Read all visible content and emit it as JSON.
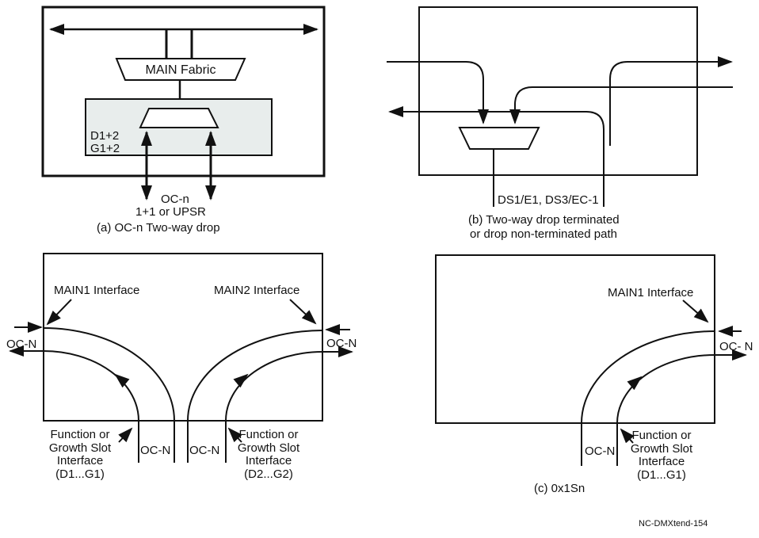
{
  "colors": {
    "line": "#111111",
    "shaded_slot_fill": "#e8edec",
    "background": "#ffffff"
  },
  "panel_a": {
    "fabric_label": "MAIN Fabric",
    "slot_labels": [
      "D1+2",
      "G1+2"
    ],
    "port_label": "OC-n",
    "protection_label": "1+1 or UPSR",
    "caption": "(a) OC-n Two-way drop"
  },
  "panel_b": {
    "tributary_label": "DS1/E1, DS3/EC-1",
    "caption_lines": [
      "(b) Two-way drop terminated",
      "or drop non-terminated path"
    ]
  },
  "panel_two_way": {
    "main1_label": "MAIN1 Interface",
    "main2_label": "MAIN2 Interface",
    "oc_left": "OC-N",
    "oc_right": "OC-N",
    "oc_bottom_left": "OC-N",
    "oc_bottom_right": "OC-N",
    "slot_left": [
      "Function or",
      "Growth Slot",
      "Interface",
      "(D1...G1)"
    ],
    "slot_right": [
      "Function or",
      "Growth Slot",
      "Interface",
      "(D2...G2)"
    ]
  },
  "panel_c": {
    "main1_label": "MAIN1 Interface",
    "oc_right": "OC- N",
    "oc_bottom": "OC-N",
    "slot": [
      "Function or",
      "Growth Slot",
      "Interface",
      "(D1...G1)"
    ],
    "caption": "(c) 0x1Sn"
  },
  "footer": "NC-DMXtend-154"
}
